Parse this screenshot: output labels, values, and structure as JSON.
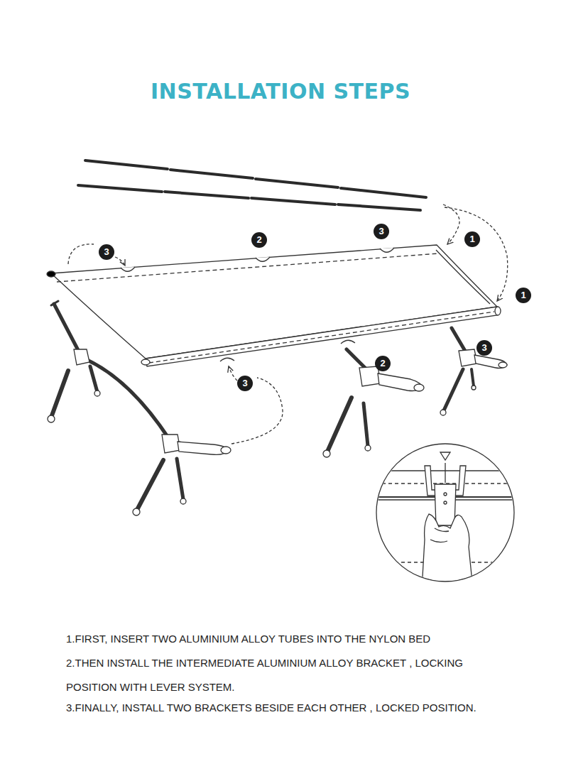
{
  "diagram": {
    "title": "INSTALLATION STEPS",
    "labels": [
      "3",
      "2",
      "3",
      "1",
      "1",
      "3",
      "2",
      "3",
      "1.FIRST, INSERT TWO ALUMINIUM ALLOY TUBES INTO THE NYLON BED",
      "2.THEN INSTALL THE INTERMEDIATE ALUMINIUM ALLOY BRACKET , LOCKING POSITION WITH LEVER SYSTEM.",
      "3.FINALLY, INSTALL TWO BRACKETS BESIDE EACH OTHER , LOCKED POSITION."
    ]
  }
}
